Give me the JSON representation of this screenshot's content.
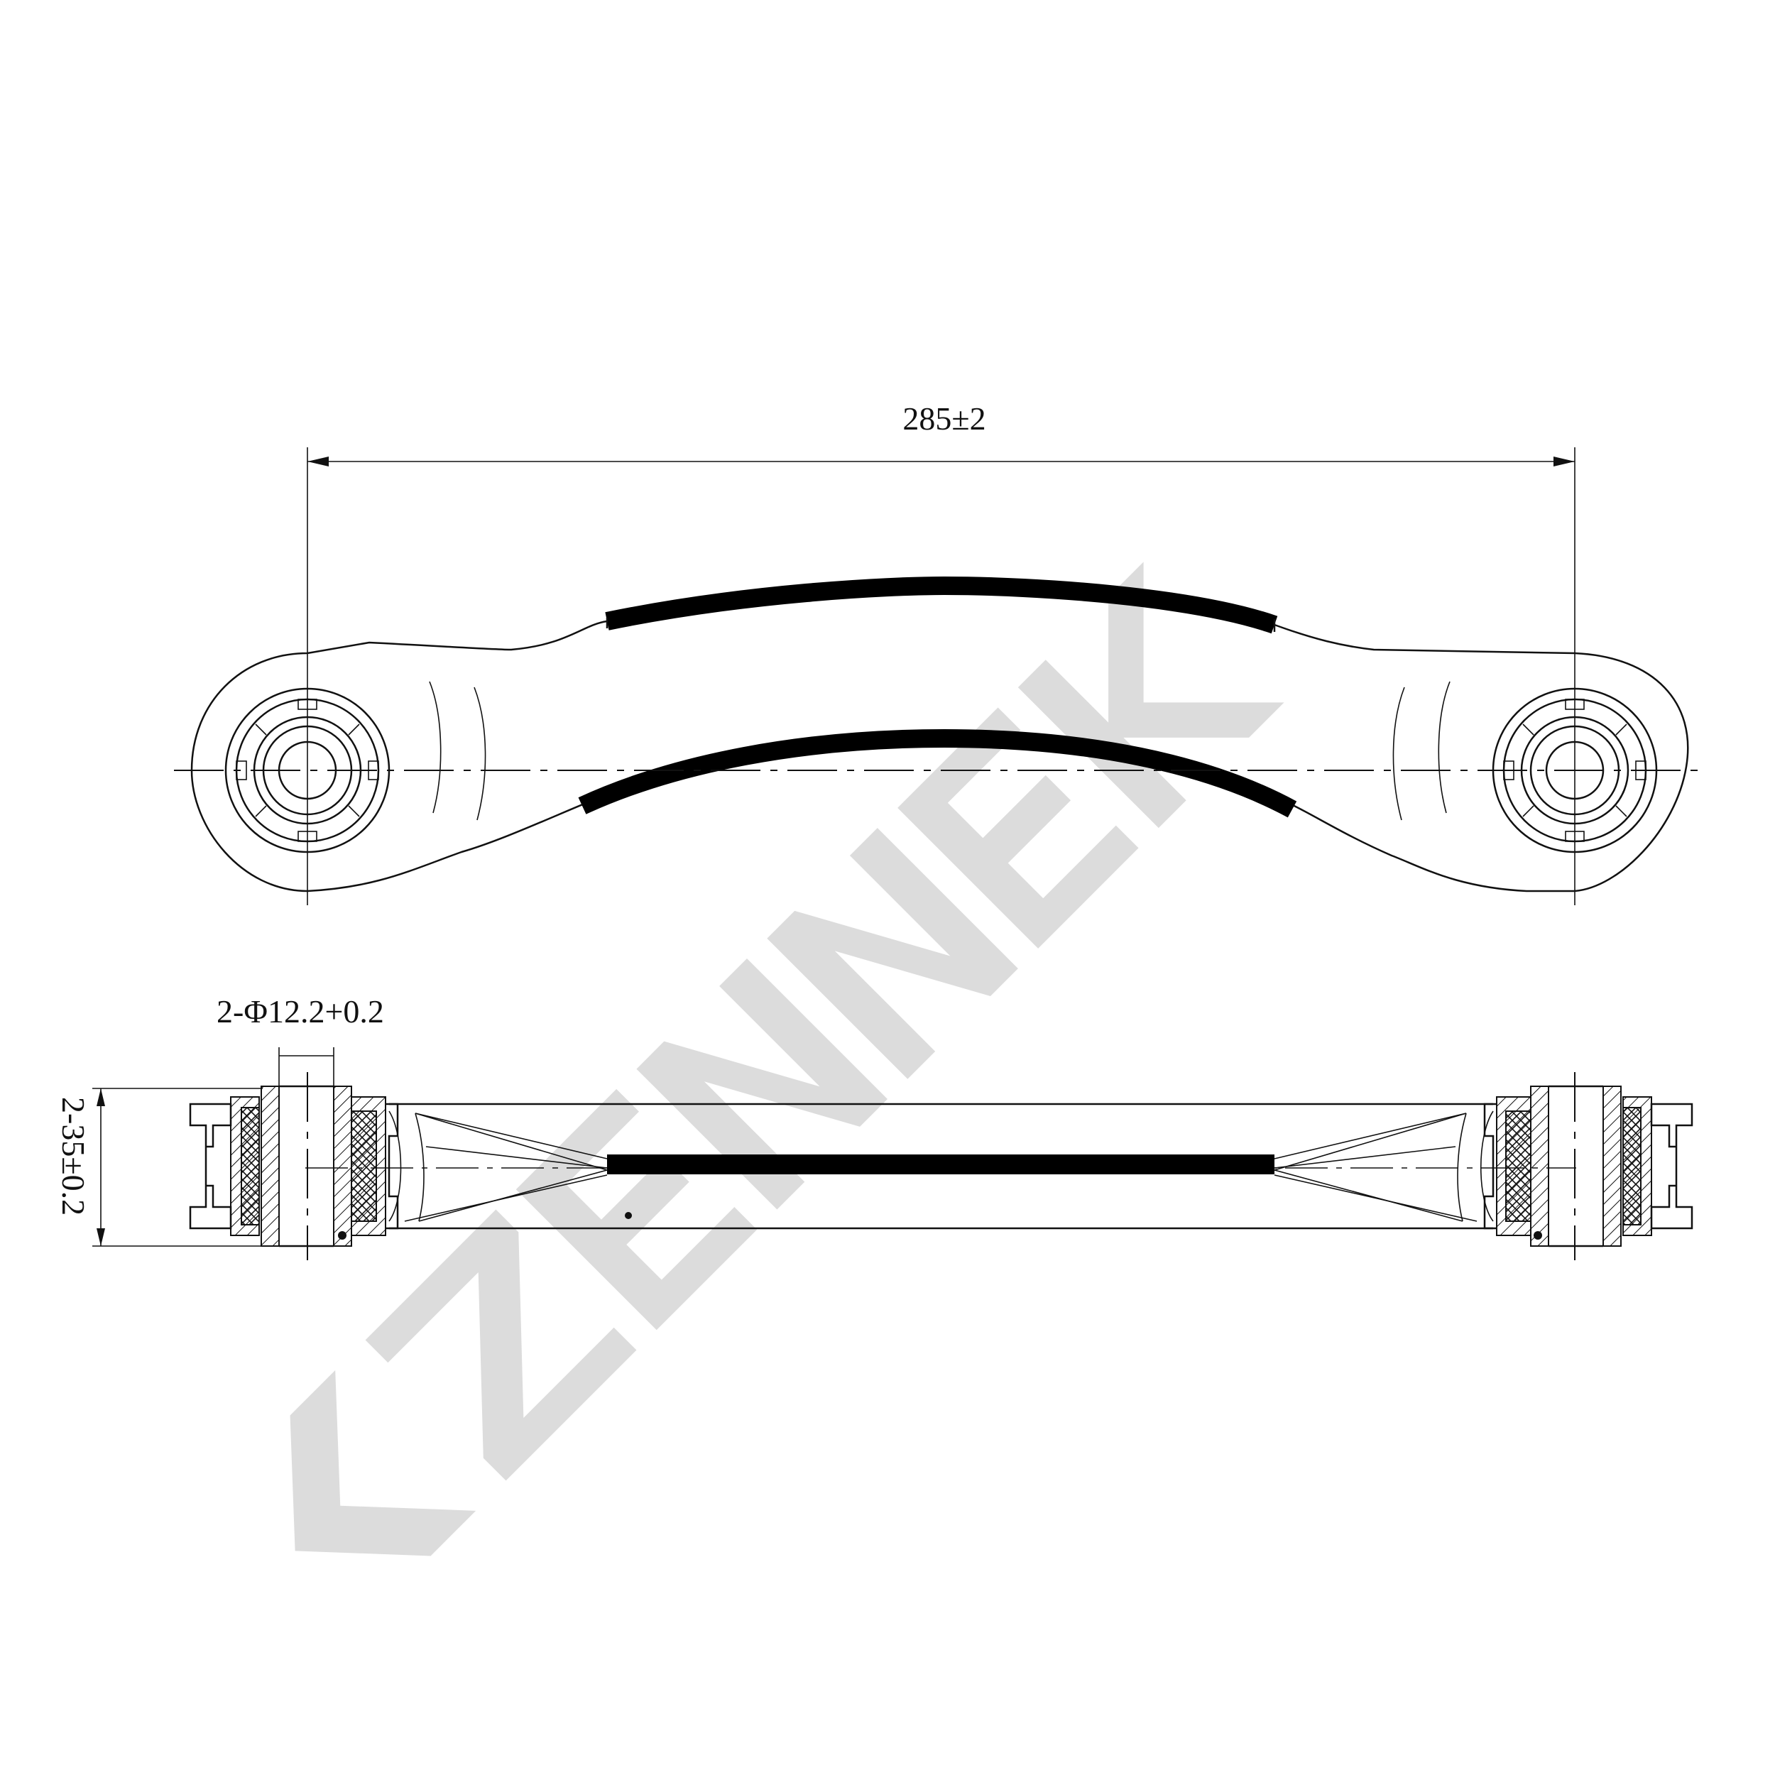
{
  "drawing": {
    "dimensions": {
      "length": "285±2",
      "bore": "2-Φ12.2+0.2",
      "width": "2-35±0.2"
    },
    "watermark": "ZENNEK"
  }
}
